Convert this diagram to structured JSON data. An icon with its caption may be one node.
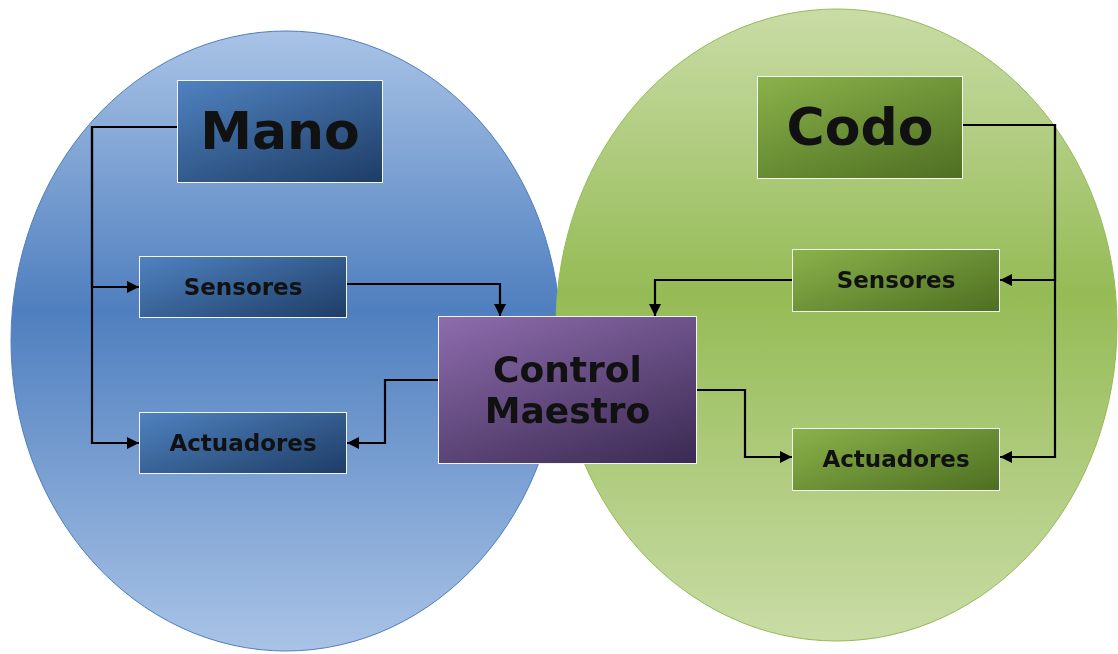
{
  "diagram": {
    "nodes": [
      {
        "text": [],
        "shape": "ellipse"
      },
      {
        "text": [
          "Mano"
        ],
        "in": 0
      },
      {
        "text": [
          "Sensores"
        ],
        "in": 0
      },
      {
        "text": [
          "Actuadores"
        ],
        "in": 0
      },
      {
        "text": [],
        "shape": "ellipse"
      },
      {
        "text": [
          "Codo"
        ],
        "in": 4
      },
      {
        "text": [
          "Sensores"
        ],
        "in": 4
      },
      {
        "text": [
          "Actuadores"
        ],
        "in": 4
      },
      {
        "text": [
          "Control Maestro"
        ]
      }
    ],
    "edges": [
      {
        "from": 1,
        "to": 2,
        "arrow": "to"
      },
      {
        "from": 1,
        "to": 3,
        "arrow": "to"
      },
      {
        "from": 2,
        "to": 8,
        "arrow": "to"
      },
      {
        "from": 8,
        "to": 3,
        "arrow": "to"
      },
      {
        "from": 5,
        "to": 6,
        "arrow": "to"
      },
      {
        "from": 5,
        "to": 7,
        "arrow": "to"
      },
      {
        "from": 6,
        "to": 8,
        "arrow": "to"
      },
      {
        "from": 8,
        "to": 7,
        "arrow": "to"
      }
    ]
  }
}
